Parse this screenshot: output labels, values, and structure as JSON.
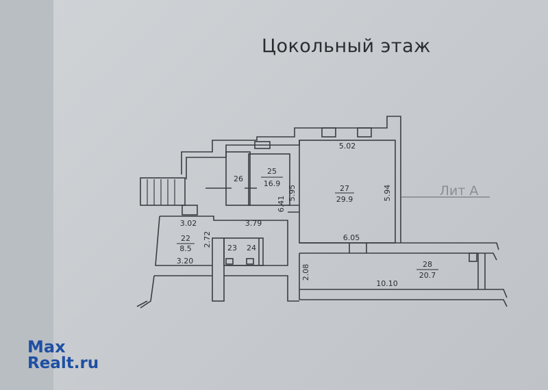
{
  "title": "Цокольный этаж",
  "section_label": "Лит А",
  "rooms": [
    {
      "number": "22",
      "area": "8.5"
    },
    {
      "number": "23"
    },
    {
      "number": "24"
    },
    {
      "number": "25",
      "area": "16.9"
    },
    {
      "number": "26"
    },
    {
      "number": "27",
      "area": "29.9"
    },
    {
      "number": "28",
      "area": "20.7"
    }
  ],
  "dimensions": {
    "d302": "3.02",
    "d379": "3.79",
    "d272": "2.72",
    "d320": "3.20",
    "d641": "6.41",
    "d595": "5.95",
    "d502": "5.02",
    "d594": "5.94",
    "d605": "6.05",
    "d208": "2.08",
    "d1010": "10.10"
  },
  "watermark": {
    "line1": "Max",
    "line2": "Realt.ru"
  }
}
